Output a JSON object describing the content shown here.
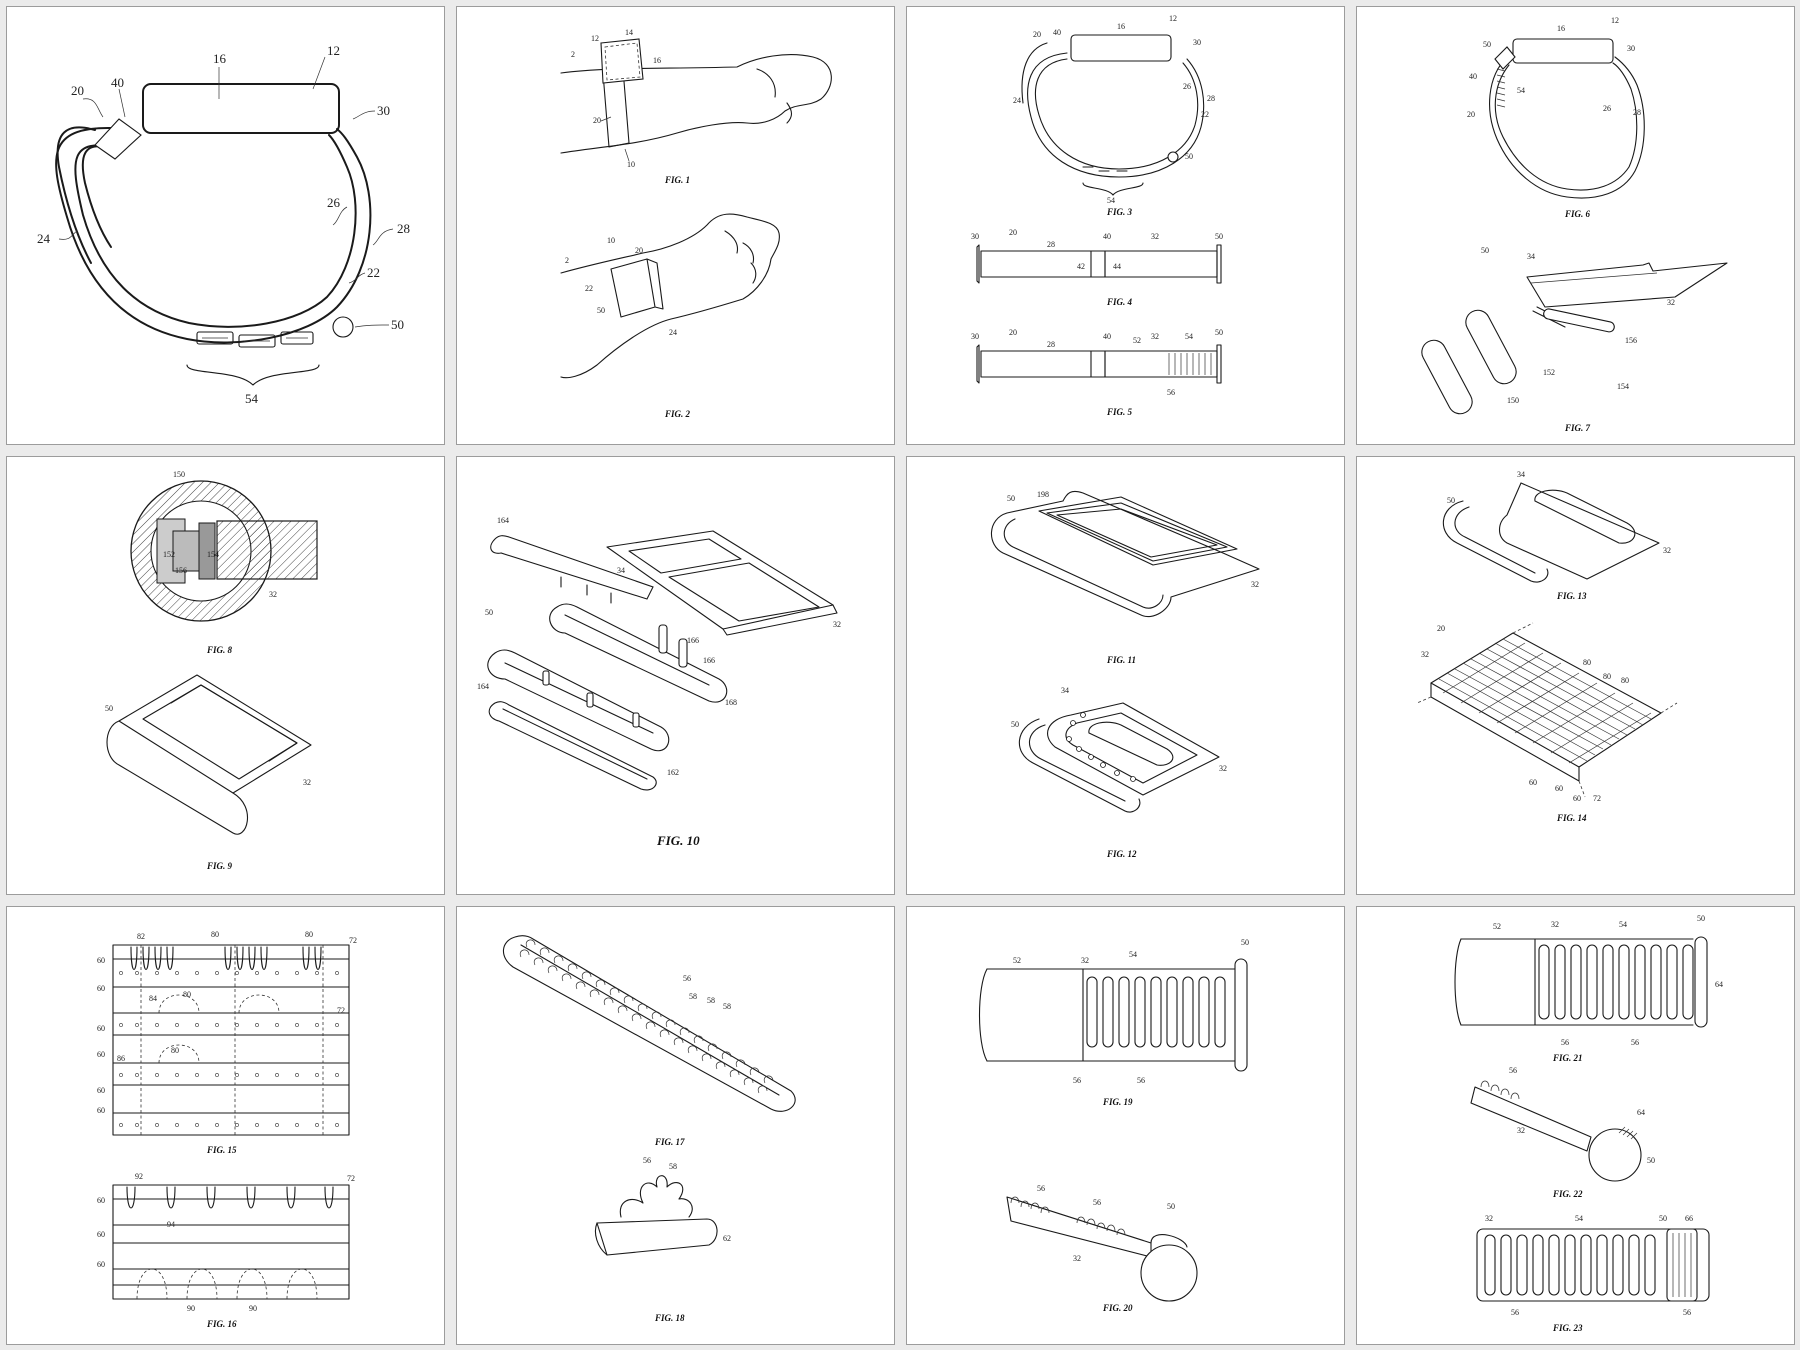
{
  "figures": [
    {
      "id": "fig-large",
      "caption": "",
      "labels": [
        "12",
        "16",
        "20",
        "24",
        "26",
        "28",
        "22",
        "30",
        "40",
        "50",
        "54"
      ]
    },
    {
      "id": "fig-1",
      "caption": "FIG. 1",
      "labels": [
        "2",
        "12",
        "14",
        "16",
        "20",
        "10"
      ]
    },
    {
      "id": "fig-2",
      "caption": "FIG. 2",
      "labels": [
        "2",
        "10",
        "20",
        "22",
        "50",
        "24"
      ]
    },
    {
      "id": "fig-3",
      "caption": "FIG. 3",
      "labels": [
        "20",
        "40",
        "16",
        "12",
        "30",
        "26",
        "28",
        "22",
        "24",
        "50",
        "54"
      ]
    },
    {
      "id": "fig-4",
      "caption": "FIG. 4",
      "labels": [
        "30",
        "20",
        "28",
        "40",
        "32",
        "50",
        "42",
        "44"
      ]
    },
    {
      "id": "fig-5",
      "caption": "FIG. 5",
      "labels": [
        "30",
        "20",
        "28",
        "40",
        "52",
        "32",
        "54",
        "50",
        "56"
      ]
    },
    {
      "id": "fig-6",
      "caption": "FIG. 6",
      "labels": [
        "50",
        "40",
        "16",
        "12",
        "30",
        "54",
        "20",
        "26",
        "28"
      ]
    },
    {
      "id": "fig-7",
      "caption": "FIG. 7",
      "labels": [
        "50",
        "34",
        "32",
        "156",
        "152",
        "154",
        "150"
      ]
    },
    {
      "id": "fig-8",
      "caption": "FIG. 8",
      "labels": [
        "150",
        "152",
        "154",
        "156",
        "32"
      ]
    },
    {
      "id": "fig-9",
      "caption": "FIG. 9",
      "labels": [
        "50",
        "32"
      ]
    },
    {
      "id": "fig-10",
      "caption": "FIG. 10",
      "labels": [
        "164",
        "34",
        "50",
        "166",
        "166",
        "32",
        "168",
        "164",
        "162"
      ]
    },
    {
      "id": "fig-11",
      "caption": "FIG. 11",
      "labels": [
        "50",
        "198",
        "32"
      ]
    },
    {
      "id": "fig-12",
      "caption": "FIG. 12",
      "labels": [
        "34",
        "50",
        "32"
      ]
    },
    {
      "id": "fig-13",
      "caption": "FIG. 13",
      "labels": [
        "34",
        "50",
        "32"
      ]
    },
    {
      "id": "fig-14",
      "caption": "FIG. 14",
      "labels": [
        "20",
        "32",
        "80",
        "80",
        "80",
        "60",
        "60",
        "60",
        "72"
      ]
    },
    {
      "id": "fig-15",
      "caption": "FIG. 15",
      "labels": [
        "82",
        "80",
        "80",
        "72",
        "60",
        "84",
        "80",
        "72",
        "86",
        "80",
        "60",
        "60",
        "60",
        "60",
        "60"
      ]
    },
    {
      "id": "fig-16",
      "caption": "FIG. 16",
      "labels": [
        "92",
        "72",
        "60",
        "94",
        "60",
        "60",
        "90",
        "90"
      ]
    },
    {
      "id": "fig-17",
      "caption": "FIG. 17",
      "labels": [
        "56",
        "58",
        "58",
        "58"
      ]
    },
    {
      "id": "fig-18",
      "caption": "FIG. 18",
      "labels": [
        "56",
        "58",
        "62"
      ]
    },
    {
      "id": "fig-19",
      "caption": "FIG. 19",
      "labels": [
        "52",
        "32",
        "54",
        "50",
        "56",
        "56"
      ]
    },
    {
      "id": "fig-20",
      "caption": "FIG. 20",
      "labels": [
        "56",
        "56",
        "50",
        "32"
      ]
    },
    {
      "id": "fig-21",
      "caption": "FIG. 21",
      "labels": [
        "52",
        "32",
        "54",
        "50",
        "64",
        "56",
        "56"
      ]
    },
    {
      "id": "fig-22",
      "caption": "FIG. 22",
      "labels": [
        "56",
        "64",
        "32",
        "50"
      ]
    },
    {
      "id": "fig-23",
      "caption": "FIG. 23",
      "labels": [
        "32",
        "54",
        "50",
        "66",
        "56",
        "56"
      ]
    }
  ]
}
